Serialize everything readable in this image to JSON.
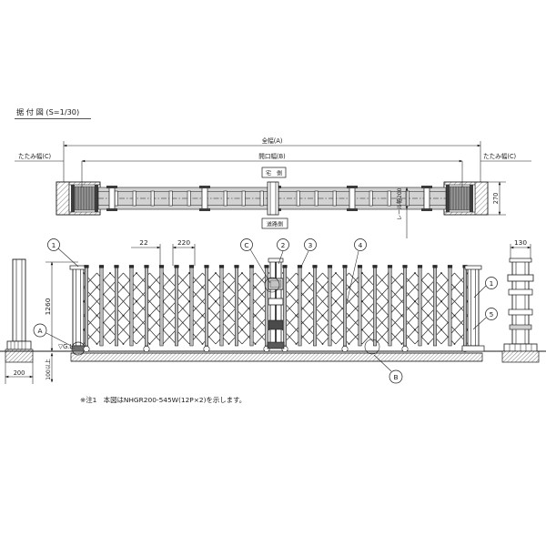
{
  "drawing": {
    "title": "据 付 図 (S=1/30)",
    "note": "※注1　本図はNHGR200-545W(12P×2)を示します。",
    "model": "NHGR200-545W(12P×2)"
  },
  "plan_view": {
    "dim_total_width": "全幅(A)",
    "dim_opening_width": "開口幅(B)",
    "dim_fold_left": "たたみ幅(C)",
    "dim_fold_right": "たたみ幅(C)",
    "label_house_side": "宅　側",
    "label_road_side": "道路側",
    "dim_depth": "270",
    "dim_rail_width": "レール幅200"
  },
  "elevation_view": {
    "dim_post_pitch_small": "22",
    "dim_post_pitch": "220",
    "dim_height": "1260",
    "dim_footing_width": "200",
    "dim_embed_depth": "100以上",
    "ground_level": "▽G.L.",
    "balloons": [
      {
        "id": "1",
        "label": "1"
      },
      {
        "id": "2",
        "label": "2"
      },
      {
        "id": "3",
        "label": "3"
      },
      {
        "id": "4",
        "label": "4"
      },
      {
        "id": "5",
        "label": "5"
      },
      {
        "id": "A",
        "label": "A"
      },
      {
        "id": "B",
        "label": "B"
      },
      {
        "id": "C",
        "label": "C"
      }
    ]
  },
  "side_view": {
    "dim_width": "130",
    "balloon_post": "1",
    "balloon_rail": "5"
  },
  "colors": {
    "line": "#1a1a1a",
    "fill_gray": "#c9c9c9",
    "background": "#ffffff"
  }
}
